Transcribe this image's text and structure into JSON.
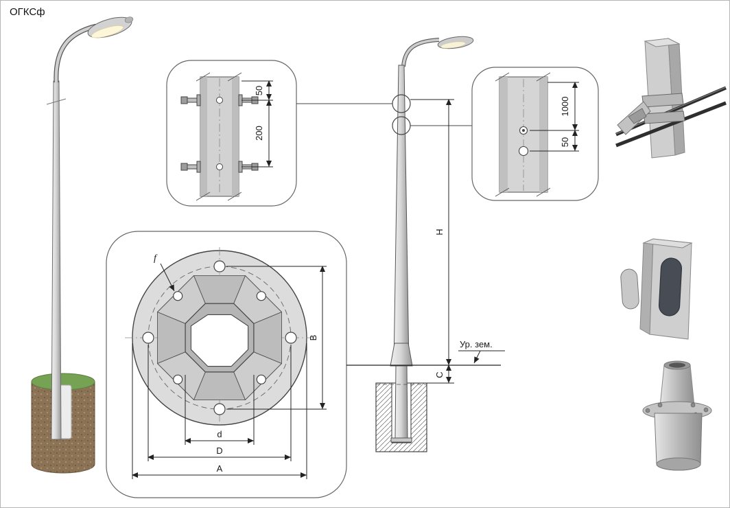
{
  "title": "ОГКСф",
  "clamp_detail": {
    "dim_top": "50",
    "dim_spacing": "200"
  },
  "flange_detail": {
    "hole_label": "f",
    "inner_dia": "d",
    "bolt_circle_dia": "D",
    "outer_dia": "A",
    "bolt_span": "B"
  },
  "elevation": {
    "height_label": "H",
    "embed_label": "C",
    "ground_label": "Ур. зем."
  },
  "hole_detail": {
    "dim_top": "1000",
    "dim_spacing": "50"
  },
  "colors": {
    "metal": "#cfcfcf",
    "metal_dark": "#a8a8a8",
    "grass": "#76a254",
    "soil": "#8d7355",
    "line": "#333333"
  }
}
